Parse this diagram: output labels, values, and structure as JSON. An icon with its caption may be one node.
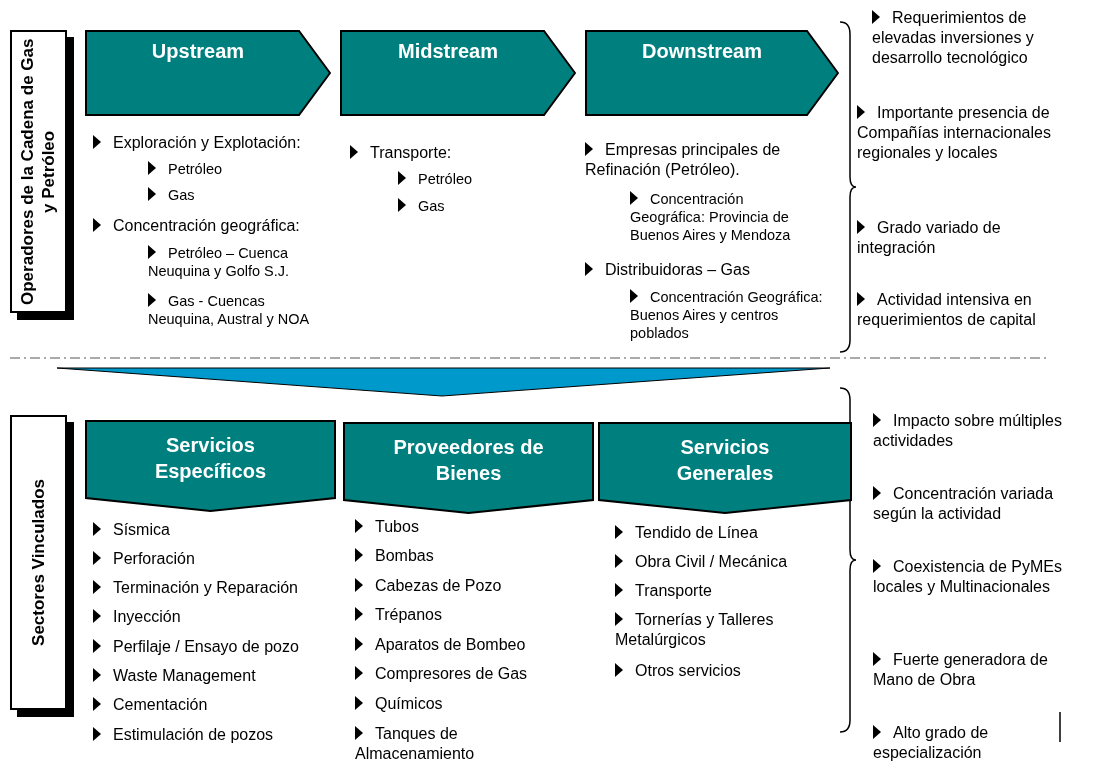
{
  "diagram": {
    "nodes": [
      {
        "text": [
          "Operadores de la Cadena de Gas y Petróleo"
        ]
      },
      {
        "text": [
          "Upstream"
        ]
      },
      {
        "text": [
          "Midstream"
        ]
      },
      {
        "text": [
          "Downstream"
        ]
      },
      {
        "text": [
          "Sectores Vinculados"
        ]
      },
      {
        "text": [
          "Servicios Específicos"
        ]
      },
      {
        "text": [
          "Proveedores de Bienes"
        ]
      },
      {
        "text": [
          "Servicios Generales"
        ]
      }
    ],
    "edges": [],
    "labels": [
      "Exploración y Explotación:",
      "Petróleo",
      "Gas",
      "Concentración geográfica:",
      "Petróleo – Cuenca Neuquina y Golfo S.J.",
      "Gas - Cuencas Neuquina, Austral y NOA",
      "Transporte:",
      "Petróleo",
      "Gas",
      "Empresas principales de Refinación (Petróleo).",
      "Concentración Geográfica: Provincia de Buenos Aires y Mendoza",
      "Distribuidoras – Gas",
      "Concentración Geográfica: Buenos Aires y centros poblados",
      "Requerimientos de elevadas inversiones y desarrollo tecnológico",
      "Importante presencia de Compañías internacionales regionales y locales",
      "Grado variado de integración",
      "Actividad intensiva en requerimientos de capital",
      "Sísmica",
      "Perforación",
      "Terminación y Reparación",
      "Inyección",
      "Perfilaje / Ensayo de pozo",
      "Waste Management",
      "Cementación",
      "Estimulación de pozos",
      "Tubos",
      "Bombas",
      "Cabezas de Pozo",
      "Trépanos",
      "Aparatos de Bombeo",
      "Compresores de Gas",
      "Químicos",
      "Tanques de Almacenamiento",
      "Tendido de Línea",
      "Obra Civil / Mecánica",
      "Transporte",
      "Tornerías y Talleres Metalúrgicos",
      "Otros servicios",
      "Impacto sobre múltiples actividades",
      "Concentración variada según la actividad",
      "Coexistencia de PyMEs locales y Multinacionales",
      "Fuerte generadora de Mano de Obra",
      "Alto grado de especialización"
    ]
  }
}
